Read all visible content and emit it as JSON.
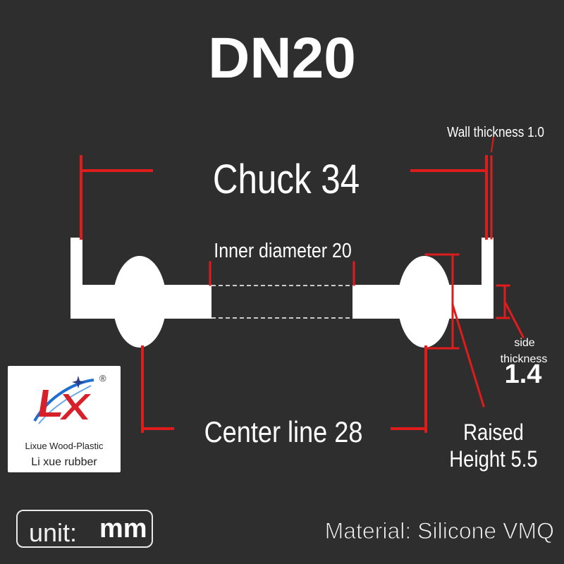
{
  "title": "DN20",
  "labels": {
    "chuck": "Chuck 34",
    "inner_diameter": "Inner diameter 20",
    "wall_thickness": "Wall thickness 1.0",
    "side_thickness_label": "side\nthickness",
    "side_thickness_line1": "side",
    "side_thickness_line2": "thickness",
    "side_thickness_value": "1.4",
    "center_line": "Center line 28",
    "raised_height_line1": "Raised",
    "raised_height_line2": "Height 5.5"
  },
  "logo": {
    "mark": "LX",
    "registered": "®",
    "line1": "Lixue Wood-Plastic",
    "line2": "Li xue rubber"
  },
  "unit": {
    "label": "unit:",
    "value": "mm"
  },
  "material": "Material: Silicone VMQ",
  "colors": {
    "background": "#2e2e2e",
    "part": "#ffffff",
    "dimension": "#e01b1b",
    "logo_red": "#d8202a",
    "logo_blue": "#1f6fd1"
  }
}
